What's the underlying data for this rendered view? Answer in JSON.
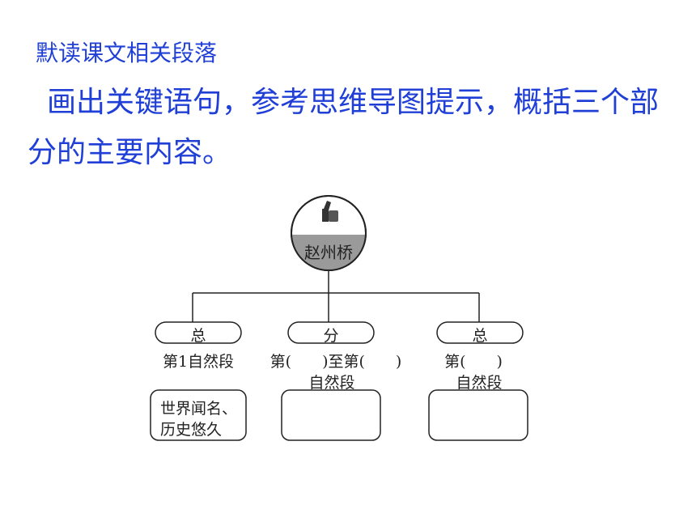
{
  "heading": "默读课文相关段落",
  "instruction": "画出关键语句，参考思维导图提示，概括三个部分的主要内容。",
  "mindmap": {
    "center_label": "赵州桥",
    "center_icon": "thumbs-up-icon",
    "branches": [
      {
        "label": "总",
        "paragraph_range": "第1自然段",
        "summary": [
          "世界闻名、",
          "历史悠久"
        ]
      },
      {
        "label": "分",
        "paragraph_range": [
          "第(　　)至第(　　)",
          "自然段"
        ],
        "summary": []
      },
      {
        "label": "总",
        "paragraph_range": [
          "第(　　)",
          "自然段"
        ],
        "summary": []
      }
    ]
  }
}
